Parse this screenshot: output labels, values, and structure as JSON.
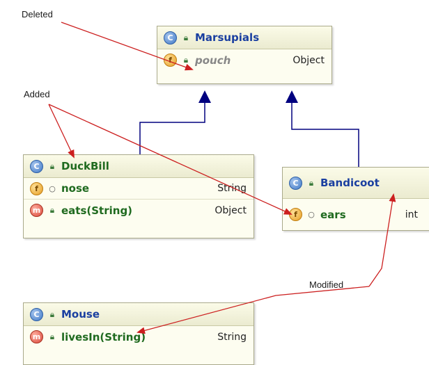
{
  "labels": {
    "deleted": "Deleted",
    "added": "Added",
    "modified": "Modified"
  },
  "classes": {
    "marsupials": {
      "name": "Marsupials",
      "members": [
        {
          "kind": "f",
          "visibility": "package",
          "name": "pouch",
          "type": "Object",
          "state": "deleted"
        }
      ]
    },
    "duckbill": {
      "name": "DuckBill",
      "members": [
        {
          "kind": "f",
          "visibility": "default",
          "name": "nose",
          "type": "String"
        },
        {
          "kind": "m",
          "visibility": "package",
          "name": "eats(String)",
          "type": "Object"
        }
      ]
    },
    "bandicoot": {
      "name": "Bandicoot",
      "members": [
        {
          "kind": "f",
          "visibility": "default",
          "name": "ears",
          "type": "int"
        }
      ]
    },
    "mouse": {
      "name": "Mouse",
      "members": [
        {
          "kind": "m",
          "visibility": "package",
          "name": "livesIn(String)",
          "type": "String"
        }
      ]
    }
  },
  "icons": {
    "class_badge": "C",
    "field_badge": "f",
    "method_badge": "m",
    "package_visibility": "lock-icon",
    "default_visibility": "circle-icon"
  },
  "colors": {
    "inheritance_line": "#00007f",
    "annotation_arrow": "#cc1f1f",
    "class_name": "#1a3fa0",
    "member_name": "#1f6a1f"
  }
}
